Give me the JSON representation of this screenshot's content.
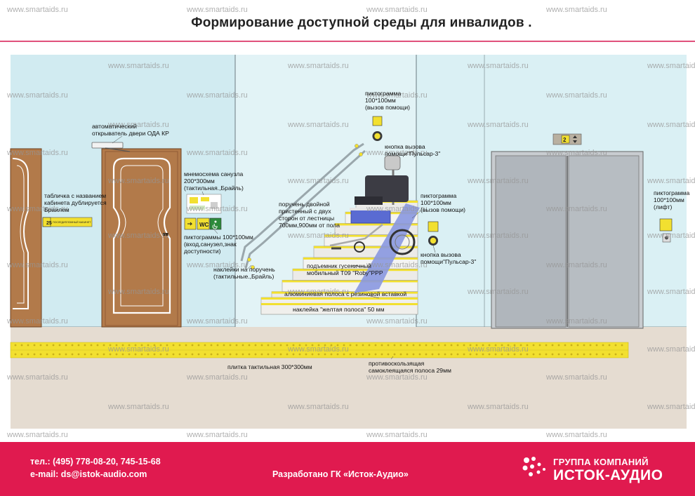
{
  "title": "Формирование доступной среды для инвалидов .",
  "watermark": "www.smartaids.ru",
  "labels": {
    "auto_door": "автоматический\nоткрыватель двери ОДА КР",
    "room_sign": "табличка с названием\nкабинета дублируется\nБраилем",
    "room_sign_text": "ПОСЛЕДИПЛОМНЫЙ КАБИНЕТ",
    "room_sign_num": "25",
    "wc_scheme": "мнемосхема санузла\n200*300мм\n(тактильная.,Брайль)",
    "pictograms_entry": "пиктограммы 100*100мм\n(вход,санузел,знак\nдоступности)",
    "wc_text": "WC",
    "handrail": "поручень двойной\nпристенный с двух\nсторон от лестницы\n700мм,900мм от пола",
    "handrail_stickers": "наклейки на поручень\n(тактильные.,Брайль)",
    "pictogram_top": "пиктограмма\n100*100мм\n(вызов помощи)",
    "call_button_top": "кнопка вызова\nпомощи\"Пульсар-3\"",
    "crawler": "подъемник гусеничный\nмобильный Т09 \"Roby\"PPP",
    "alu_strip": "алюминиевая полоса с резиновой вставкой",
    "yellow_strip": "наклейка \"желтая полоса\" 50 мм",
    "pictogram_right": "пиктограмма\n100*100мм\n(вызов помощи)",
    "call_button_right": "кнопка вызова\nпомощи\"Пульсар-3\"",
    "pictogram_lift": "пиктограмма\n100*100мм\n(лифт)",
    "tactile_tile": "плитка тактильная 300*300мм",
    "anti_slip": "противоскользящая\nсамоклеящаяся полоса 29мм",
    "floor_indicator": "2"
  },
  "footer": {
    "phone": "тел.: (495) 778-08-20, 745-15-68",
    "email": "e-mail: ds@istok-audio.com",
    "developed": "Разработано ГК «Исток-Аудио»",
    "brand_line1": "ГРУППА КОМПАНИЙ",
    "brand_line2": "ИСТОК-АУДИО"
  },
  "colors": {
    "wall": "#daf0f4",
    "floor": "#e5dcd1",
    "door": "#b27a4a",
    "tactile": "#f2e030",
    "footer": "#e01a4f",
    "accent_line": "#d8245a"
  },
  "icons": [
    "wheelchair-icon",
    "toilet-icon",
    "door-icon",
    "call-button-icon",
    "elevator-icon",
    "logo-dots-icon"
  ]
}
